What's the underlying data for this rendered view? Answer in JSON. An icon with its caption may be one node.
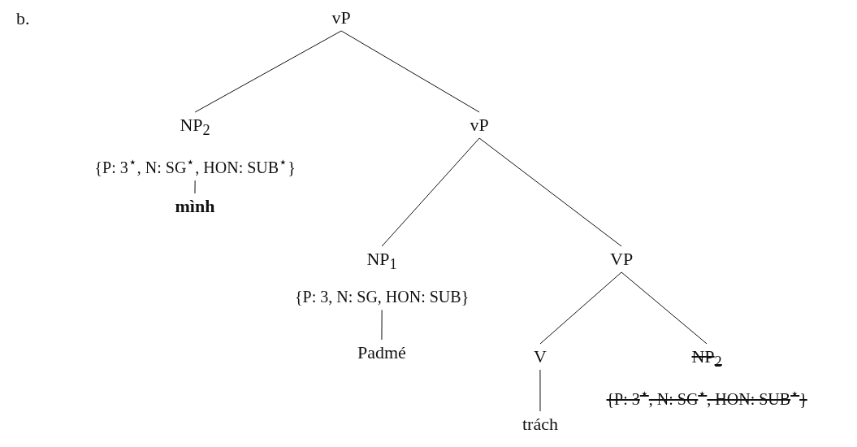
{
  "diagram": {
    "nodes": [
      {
        "text": [
          "vP"
        ]
      },
      {
        "text": [
          "NP$_{2}$",
          "{P: 3$^{⋆}$, N: SG$^{⋆}$, HON: SUB$^{⋆}$}"
        ]
      },
      {
        "text": [
          "vP"
        ]
      },
      {
        "text": [
          "mình"
        ]
      },
      {
        "text": [
          "NP$_{1}$",
          "{P: 3, N: SG, HON: SUB}"
        ]
      },
      {
        "text": [
          "VP"
        ]
      },
      {
        "text": [
          "Padmé"
        ]
      },
      {
        "text": [
          "V"
        ]
      },
      {
        "text": [
          "NP$_{2}$",
          "{P: 3$^{⋆}$, N: SG$^{⋆}$, HON: SUB$^{⋆}$}"
        ]
      },
      {
        "text": [
          "trách"
        ]
      }
    ],
    "edges": [
      {
        "from": 0,
        "to": 1,
        "arrow": "none"
      },
      {
        "from": 0,
        "to": 2,
        "arrow": "none"
      },
      {
        "from": 1,
        "to": 3,
        "arrow": "none"
      },
      {
        "from": 2,
        "to": 4,
        "arrow": "none"
      },
      {
        "from": 2,
        "to": 5,
        "arrow": "none"
      },
      {
        "from": 4,
        "to": 6,
        "arrow": "none"
      },
      {
        "from": 5,
        "to": 7,
        "arrow": "none"
      },
      {
        "from": 5,
        "to": 8,
        "arrow": "none"
      },
      {
        "from": 7,
        "to": 9,
        "arrow": "none"
      }
    ],
    "labels": [
      "b."
    ]
  }
}
